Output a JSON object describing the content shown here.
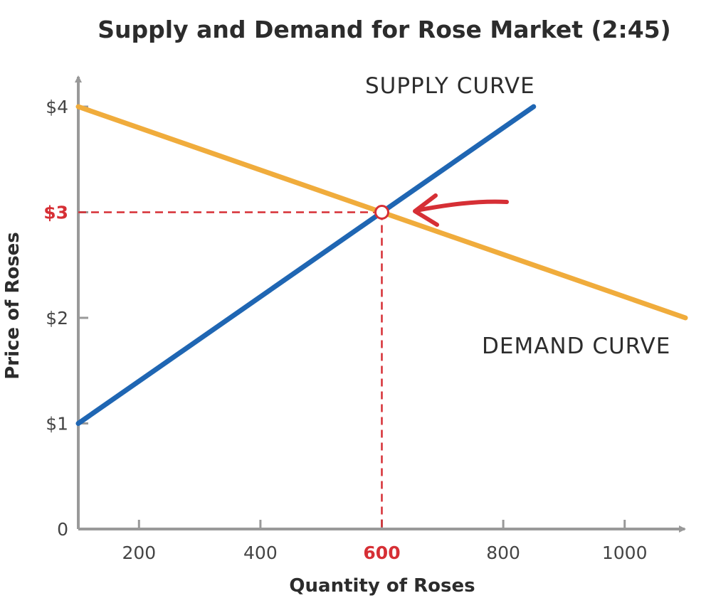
{
  "chart_data": {
    "type": "line",
    "title": "Supply and Demand for Rose Market (2:45)",
    "xlabel": "Quantity of Roses",
    "ylabel": "Price of Roses",
    "xlim": [
      100,
      1100
    ],
    "ylim": [
      0,
      4.1
    ],
    "x_ticks": [
      {
        "value": 200,
        "label": "200",
        "highlight": false
      },
      {
        "value": 400,
        "label": "400",
        "highlight": false
      },
      {
        "value": 600,
        "label": "600",
        "highlight": true
      },
      {
        "value": 800,
        "label": "800",
        "highlight": false
      },
      {
        "value": 1000,
        "label": "1000",
        "highlight": false
      }
    ],
    "y_ticks": [
      {
        "value": 0,
        "label": "0",
        "highlight": false
      },
      {
        "value": 1,
        "label": "$1",
        "highlight": false
      },
      {
        "value": 2,
        "label": "$2",
        "highlight": false
      },
      {
        "value": 3,
        "label": "$3",
        "highlight": true
      },
      {
        "value": 4,
        "label": "$4",
        "highlight": false
      }
    ],
    "series": [
      {
        "name": "SUPPLY CURVE",
        "color": "#1f66b3",
        "points": [
          [
            100,
            1
          ],
          [
            850,
            4
          ]
        ]
      },
      {
        "name": "DEMAND CURVE",
        "color": "#f0ac3c",
        "points": [
          [
            100,
            4
          ],
          [
            1100,
            2
          ]
        ]
      }
    ],
    "equilibrium": {
      "x": 600,
      "y": 3,
      "color": "#d62f35"
    },
    "grid": false,
    "axis_color": "#999999"
  }
}
